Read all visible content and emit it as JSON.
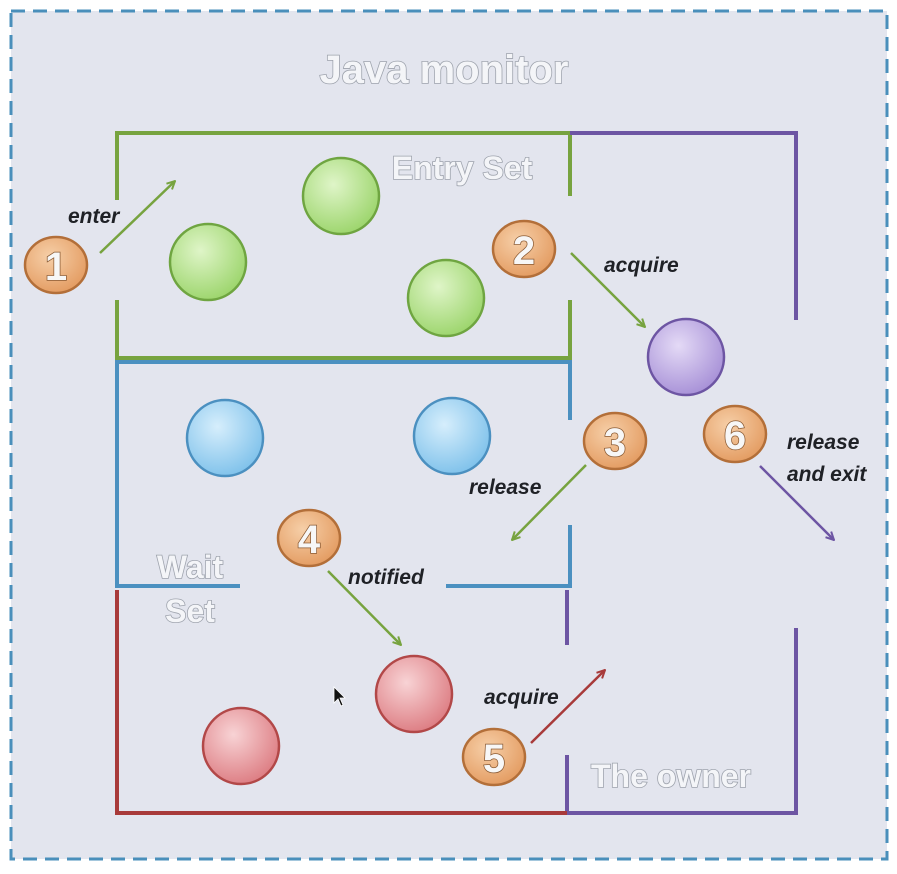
{
  "title": "Java monitor",
  "regions": {
    "entry_set": "Entry Set",
    "wait_set_line1": "Wait",
    "wait_set_line2": "Set",
    "owner": "The owner"
  },
  "steps": [
    {
      "number": "1",
      "label": "enter"
    },
    {
      "number": "2",
      "label": "acquire"
    },
    {
      "number": "3",
      "label": "release"
    },
    {
      "number": "4",
      "label": "notified"
    },
    {
      "number": "5",
      "label": "acquire"
    },
    {
      "number": "6",
      "label_line1": "release",
      "label_line2": "and exit"
    }
  ],
  "colors": {
    "background": "#e3e5ee",
    "frame": "#4a8fbb",
    "entry_border": "#77a33f",
    "wait_border": "#4b90c0",
    "owner_border": "#6d55a3",
    "lower_border": "#a83a3a",
    "thread_green": "#a9dc7a",
    "thread_blue": "#8fcaee",
    "thread_purple": "#b39fdc",
    "thread_red": "#e48a8f",
    "badge": "#e8a46e"
  }
}
